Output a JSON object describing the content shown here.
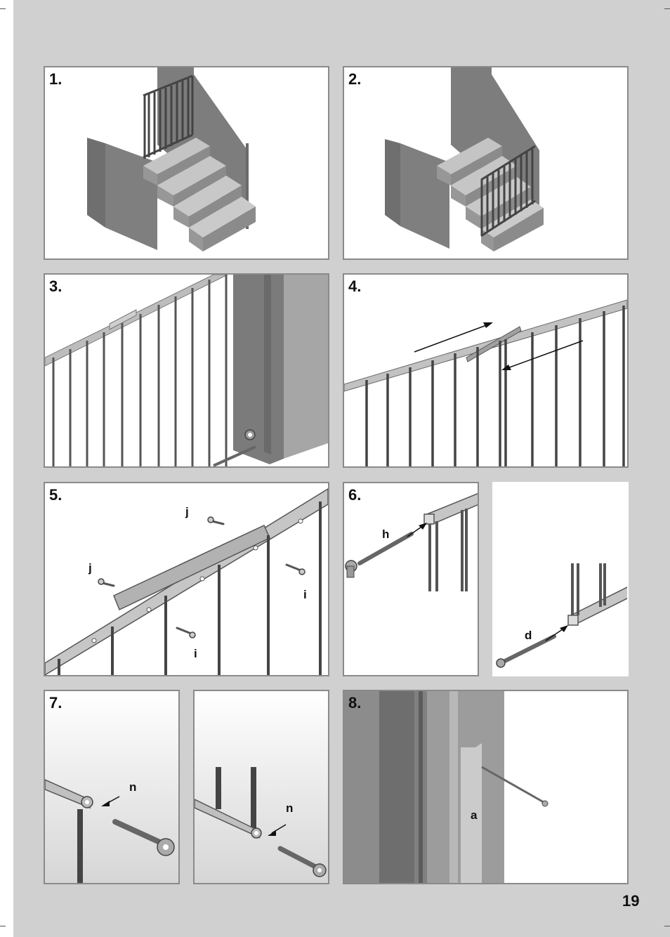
{
  "page_number": "19",
  "steps": [
    {
      "number": "1."
    },
    {
      "number": "2."
    },
    {
      "number": "3."
    },
    {
      "number": "4."
    },
    {
      "number": "5.",
      "labels": [
        "j",
        "j",
        "i",
        "i"
      ]
    },
    {
      "number": "6.",
      "labels": [
        "h",
        "d"
      ]
    },
    {
      "number": "7.",
      "labels": [
        "n",
        "n"
      ]
    },
    {
      "number": "8.",
      "labels": [
        "a"
      ]
    }
  ]
}
